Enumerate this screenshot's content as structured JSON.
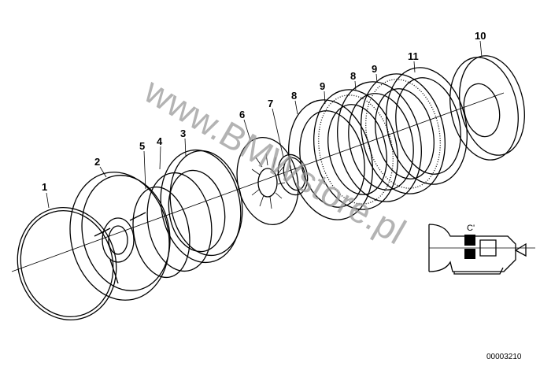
{
  "diagram": {
    "watermark": "www.BMWstore.pl",
    "part_labels": [
      "1",
      "2",
      "5",
      "4",
      "3",
      "6",
      "7",
      "8",
      "9",
      "8",
      "9",
      "11",
      "10"
    ],
    "inset_label": "C'",
    "drawing_code": "00003210"
  }
}
